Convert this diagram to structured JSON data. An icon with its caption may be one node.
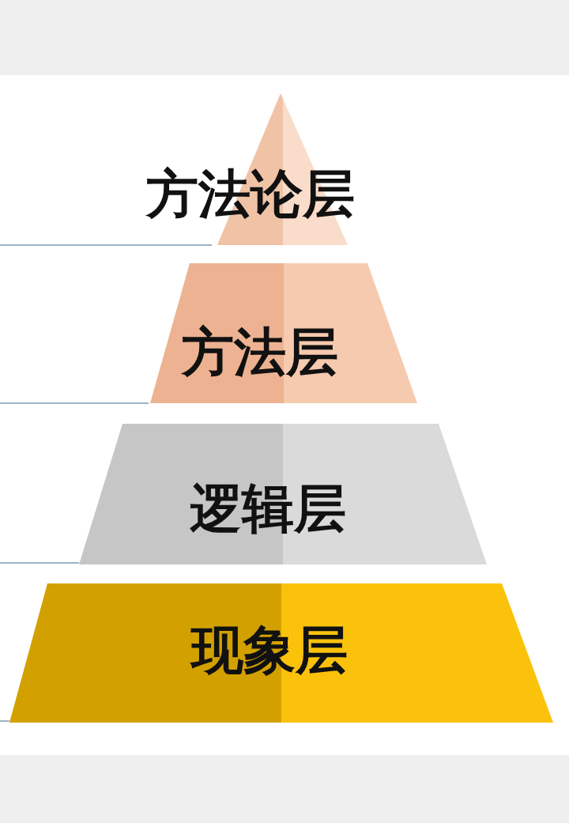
{
  "diagram": {
    "nodes": [
      {
        "text": [
          "方法论层"
        ]
      },
      {
        "text": [
          "方法层"
        ]
      },
      {
        "text": [
          "逻辑层"
        ]
      },
      {
        "text": [
          "现象层"
        ]
      }
    ]
  }
}
